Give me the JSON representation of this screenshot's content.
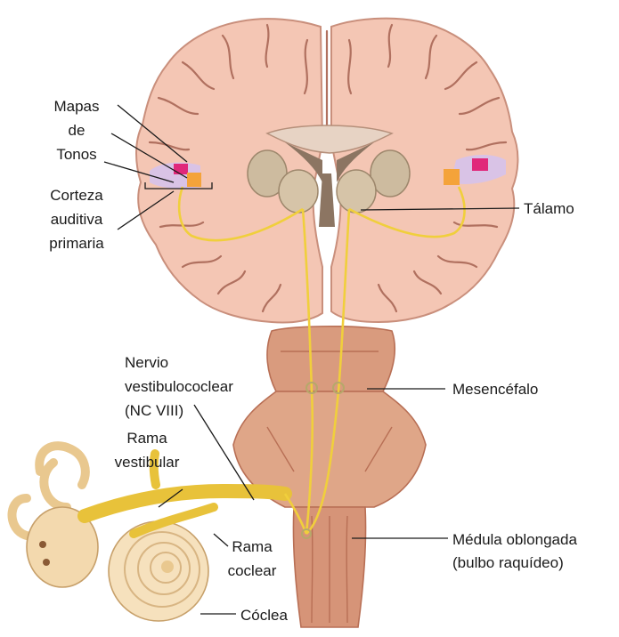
{
  "labels": {
    "tone_maps": [
      "Mapas",
      "de",
      "Tonos"
    ],
    "primary_auditory_cortex": [
      "Corteza",
      "auditiva",
      "primaria"
    ],
    "thalamus": "Tálamo",
    "vestibulocochlear_nerve": [
      "Nervio",
      "vestibulococlear",
      "(NC VIII)"
    ],
    "midbrain": "Mesencéfalo",
    "vestibular_branch": [
      "Rama",
      "vestibular"
    ],
    "cochlear_branch": [
      "Rama",
      "coclear"
    ],
    "medulla": [
      "Médula oblongada",
      "(bulbo raquídeo)"
    ],
    "cochlea": "Cóclea"
  },
  "colors": {
    "cortex": "#f4c6b4",
    "cortex_stroke": "#c98f7c",
    "sulci": "#b0705f",
    "brainstem": "#d99b7e",
    "brainstem_dark": "#b86f55",
    "deep_nuclei": "#cdbb9f",
    "ventricle": "#8c7562",
    "auditory_pathway": "#f0cf3c",
    "tone_map_pink": "#e0287a",
    "tone_map_orange": "#f4a33a",
    "tone_map_lavender": "#d9c3e6",
    "inner_ear": "#f3d9ae",
    "leader_lines": "#1a1a1a"
  }
}
